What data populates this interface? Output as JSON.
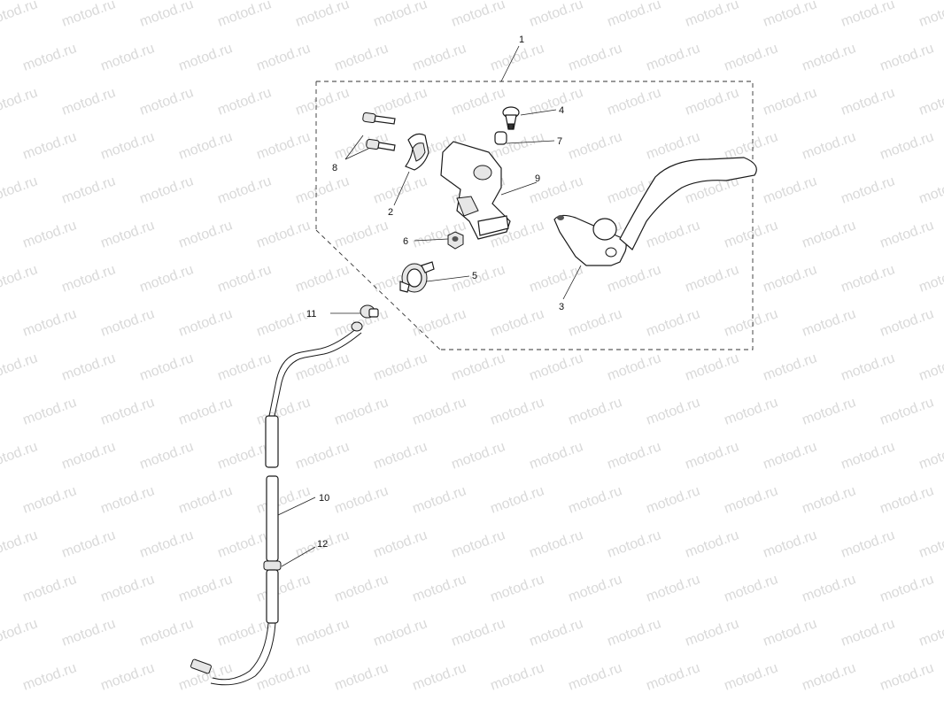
{
  "watermark": {
    "text": "motod.ru",
    "color": "#d9d9d9"
  },
  "callouts": [
    {
      "id": "1",
      "text": "1"
    },
    {
      "id": "2",
      "text": "2"
    },
    {
      "id": "3",
      "text": "3"
    },
    {
      "id": "4",
      "text": "4"
    },
    {
      "id": "5",
      "text": "5"
    },
    {
      "id": "6",
      "text": "6"
    },
    {
      "id": "7",
      "text": "7"
    },
    {
      "id": "8",
      "text": "8"
    },
    {
      "id": "9",
      "text": "9"
    },
    {
      "id": "10",
      "text": "10"
    },
    {
      "id": "11",
      "text": "11"
    },
    {
      "id": "12",
      "text": "12"
    }
  ],
  "icons": {
    "assembly_box": "dashed-assembly-outline",
    "clutch_lever": "clutch-lever-icon",
    "cable": "clutch-cable-icon"
  }
}
